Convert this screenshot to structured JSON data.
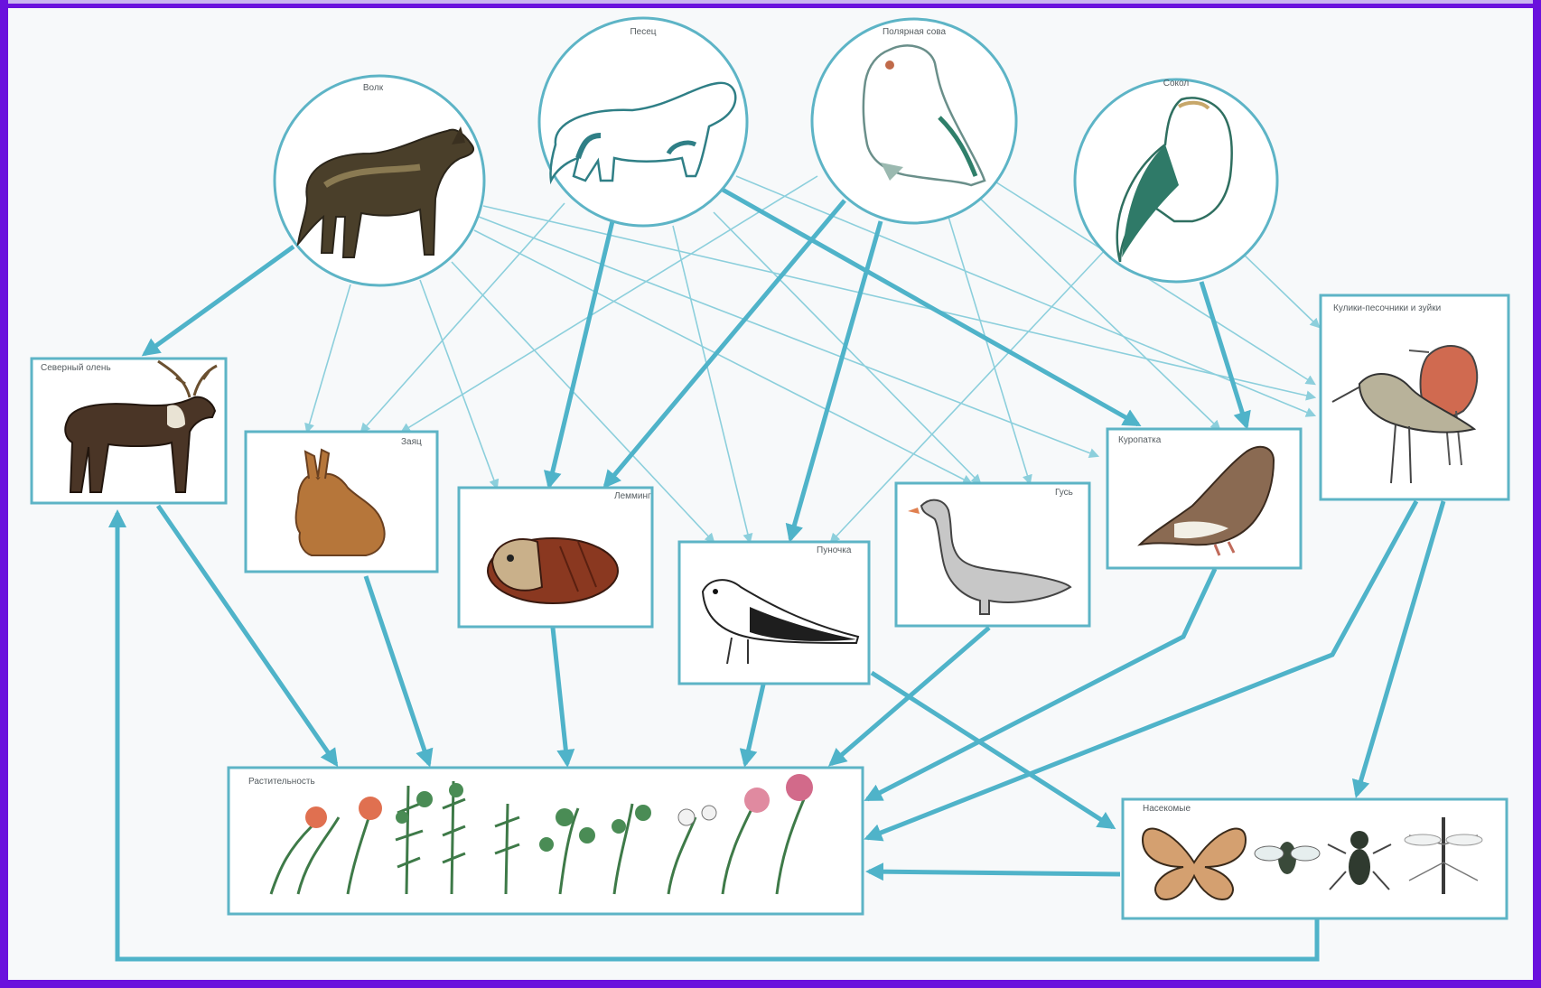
{
  "diagram": {
    "colors": {
      "frame": "#6a11dd",
      "line": "#4fb3c9",
      "thin_line": "#8ccfdc",
      "node_border": "#5db4c6"
    },
    "predators": [
      {
        "id": "wolf",
        "label": "Волк",
        "icon": "wolf-icon"
      },
      {
        "id": "arctic-fox",
        "label": "Песец",
        "icon": "arctic-fox-icon"
      },
      {
        "id": "snowy-owl",
        "label": "Полярная сова",
        "icon": "snowy-owl-icon"
      },
      {
        "id": "falcon",
        "label": "Сокол",
        "icon": "falcon-icon"
      }
    ],
    "consumers": [
      {
        "id": "reindeer",
        "label": "Северный олень",
        "icon": "reindeer-icon"
      },
      {
        "id": "hare",
        "label": "Заяц",
        "icon": "hare-icon"
      },
      {
        "id": "lemming",
        "label": "Лемминг",
        "icon": "lemming-icon"
      },
      {
        "id": "snow-bunting",
        "label": "Пуночка",
        "icon": "snow-bunting-icon"
      },
      {
        "id": "goose",
        "label": "Гусь",
        "icon": "goose-icon"
      },
      {
        "id": "ptarmigan",
        "label": "Куропатка",
        "icon": "ptarmigan-icon"
      },
      {
        "id": "waders",
        "label": "Кулики-песочники и зуйки",
        "icon": "waders-icon"
      }
    ],
    "base": [
      {
        "id": "plants",
        "label": "Растительность",
        "icon": "plants-icon"
      },
      {
        "id": "insects",
        "label": "Насекомые",
        "icon": "insects-icon"
      }
    ]
  }
}
